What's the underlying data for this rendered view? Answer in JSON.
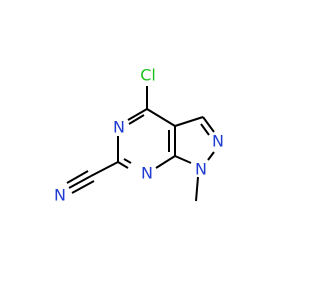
{
  "molecule": {
    "atoms": {
      "cl": {
        "label": "Cl",
        "color": "#1fc11f"
      },
      "n_pyrimidine_top": {
        "label": "N",
        "color": "#1f3bd1"
      },
      "n_pyrimidine_bottom": {
        "label": "N",
        "color": "#1f3bd1"
      },
      "n_pyrazole_2": {
        "label": "N",
        "color": "#1f3bd1"
      },
      "n_pyrazole_1": {
        "label": "N",
        "color": "#1f3bd1"
      },
      "n_nitrile": {
        "label": "N",
        "color": "#1f3bd1"
      }
    },
    "bond_color": "#000000",
    "background": "#ffffff"
  }
}
